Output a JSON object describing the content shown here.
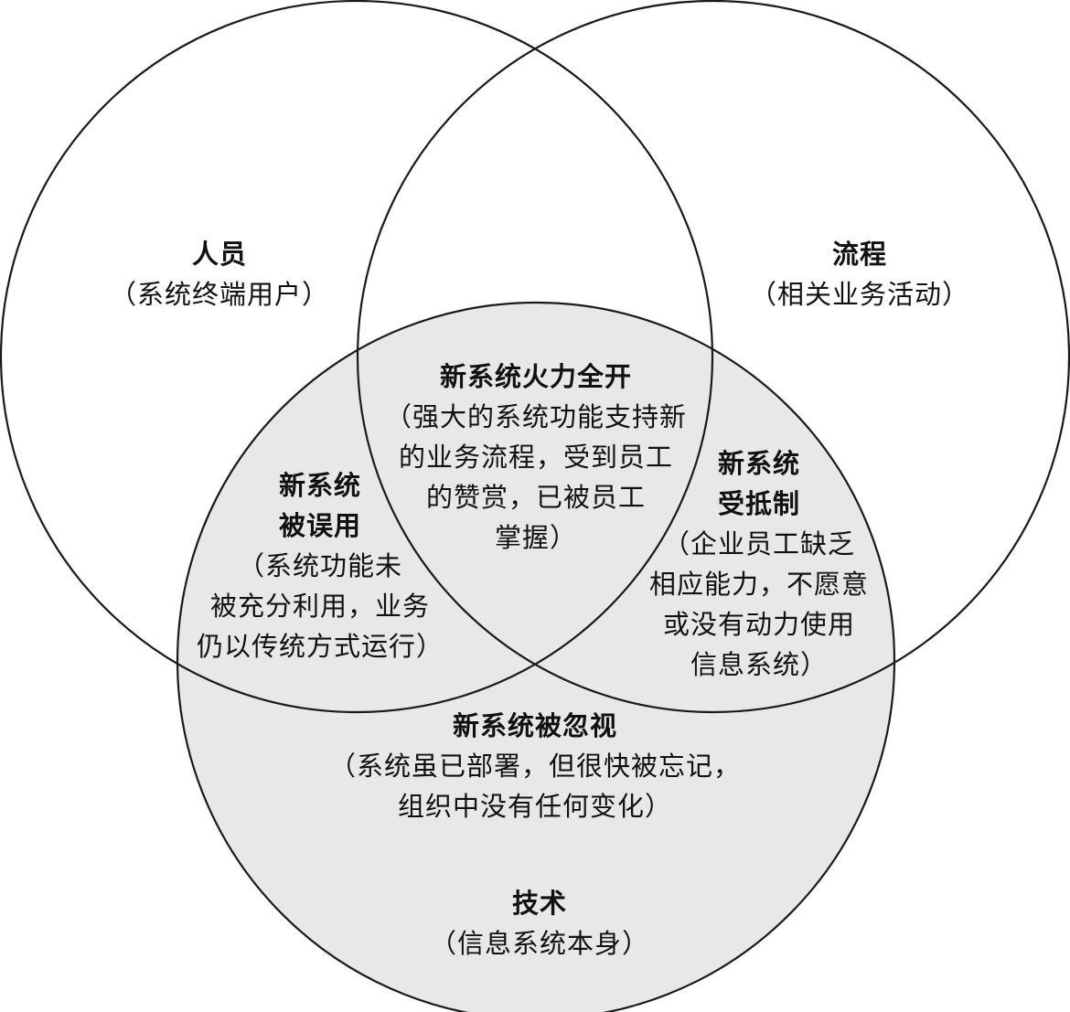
{
  "colors": {
    "tech_fill": "#e8e8e8",
    "stroke": "#1a1a1a",
    "text": "#111111"
  },
  "people": {
    "title": "人员",
    "desc": "（系统终端用户）"
  },
  "process": {
    "title": "流程",
    "desc": "（相关业务活动）"
  },
  "technology": {
    "title": "技术",
    "desc": "（信息系统本身）"
  },
  "center": {
    "title": "新系统火力全开",
    "desc_lines": [
      "（强大的系统功能支持新",
      "的业务流程，受到员工",
      "的赞赏，已被员工",
      "掌握）"
    ]
  },
  "people_tech": {
    "title_lines": [
      "新系统",
      "被误用"
    ],
    "desc_lines": [
      "（系统功能未",
      "被充分利用，业务",
      "仍以传统方式运行）"
    ]
  },
  "process_tech": {
    "title_lines": [
      "新系统",
      "受抵制"
    ],
    "desc_lines": [
      "（企业员工缺乏",
      "相应能力，不愿意",
      "或没有动力使用",
      "信息系统）"
    ]
  },
  "tech_only": {
    "title": "新系统被忽视",
    "desc_lines": [
      "（系统虽已部署，但很快被忘记，",
      "组织中没有任何变化）"
    ]
  }
}
